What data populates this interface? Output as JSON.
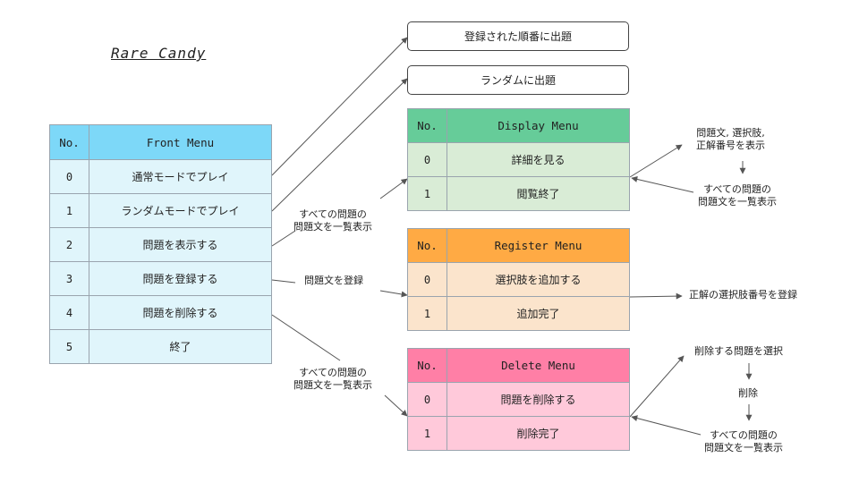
{
  "title": "Rare Candy",
  "boxes": {
    "ordered": "登録された順番に出題",
    "random": "ランダムに出題"
  },
  "front_menu": {
    "col_no": "No.",
    "col_name": "Front Menu",
    "rows": [
      {
        "no": "0",
        "label": "通常モードでプレイ"
      },
      {
        "no": "1",
        "label": "ランダムモードでプレイ"
      },
      {
        "no": "2",
        "label": "問題を表示する"
      },
      {
        "no": "3",
        "label": "問題を登録する"
      },
      {
        "no": "4",
        "label": "問題を削除する"
      },
      {
        "no": "5",
        "label": "終了"
      }
    ]
  },
  "display_menu": {
    "col_no": "No.",
    "col_name": "Display Menu",
    "rows": [
      {
        "no": "0",
        "label": "詳細を見る"
      },
      {
        "no": "1",
        "label": "閲覧終了"
      }
    ]
  },
  "register_menu": {
    "col_no": "No.",
    "col_name": "Register Menu",
    "rows": [
      {
        "no": "0",
        "label": "選択肢を追加する"
      },
      {
        "no": "1",
        "label": "追加完了"
      }
    ]
  },
  "delete_menu": {
    "col_no": "No.",
    "col_name": "Delete Menu",
    "rows": [
      {
        "no": "0",
        "label": "問題を削除する"
      },
      {
        "no": "1",
        "label": "削除完了"
      }
    ]
  },
  "notes": {
    "show_all_1": "すべての問題の\n問題文を一覧表示",
    "register_question": "問題文を登録",
    "show_all_2": "すべての問題の\n問題文を一覧表示",
    "detail_show": "問題文, 選択肢,\n正解番号を表示",
    "detail_back": "すべての問題の\n問題文を一覧表示",
    "register_answer": "正解の選択肢番号を登録",
    "delete_select": "削除する問題を選択",
    "delete_done": "削除",
    "delete_back": "すべての問題の\n問題文を一覧表示"
  },
  "colors": {
    "front_header": "#7dd8f8",
    "front_rows": "#e0f5fb",
    "display_header": "#66cc99",
    "display_rows": "#d9ecd6",
    "register_header": "#ffaa44",
    "register_rows": "#fbe4cc",
    "delete_header": "#ff7fa6",
    "delete_rows": "#ffc9da"
  }
}
